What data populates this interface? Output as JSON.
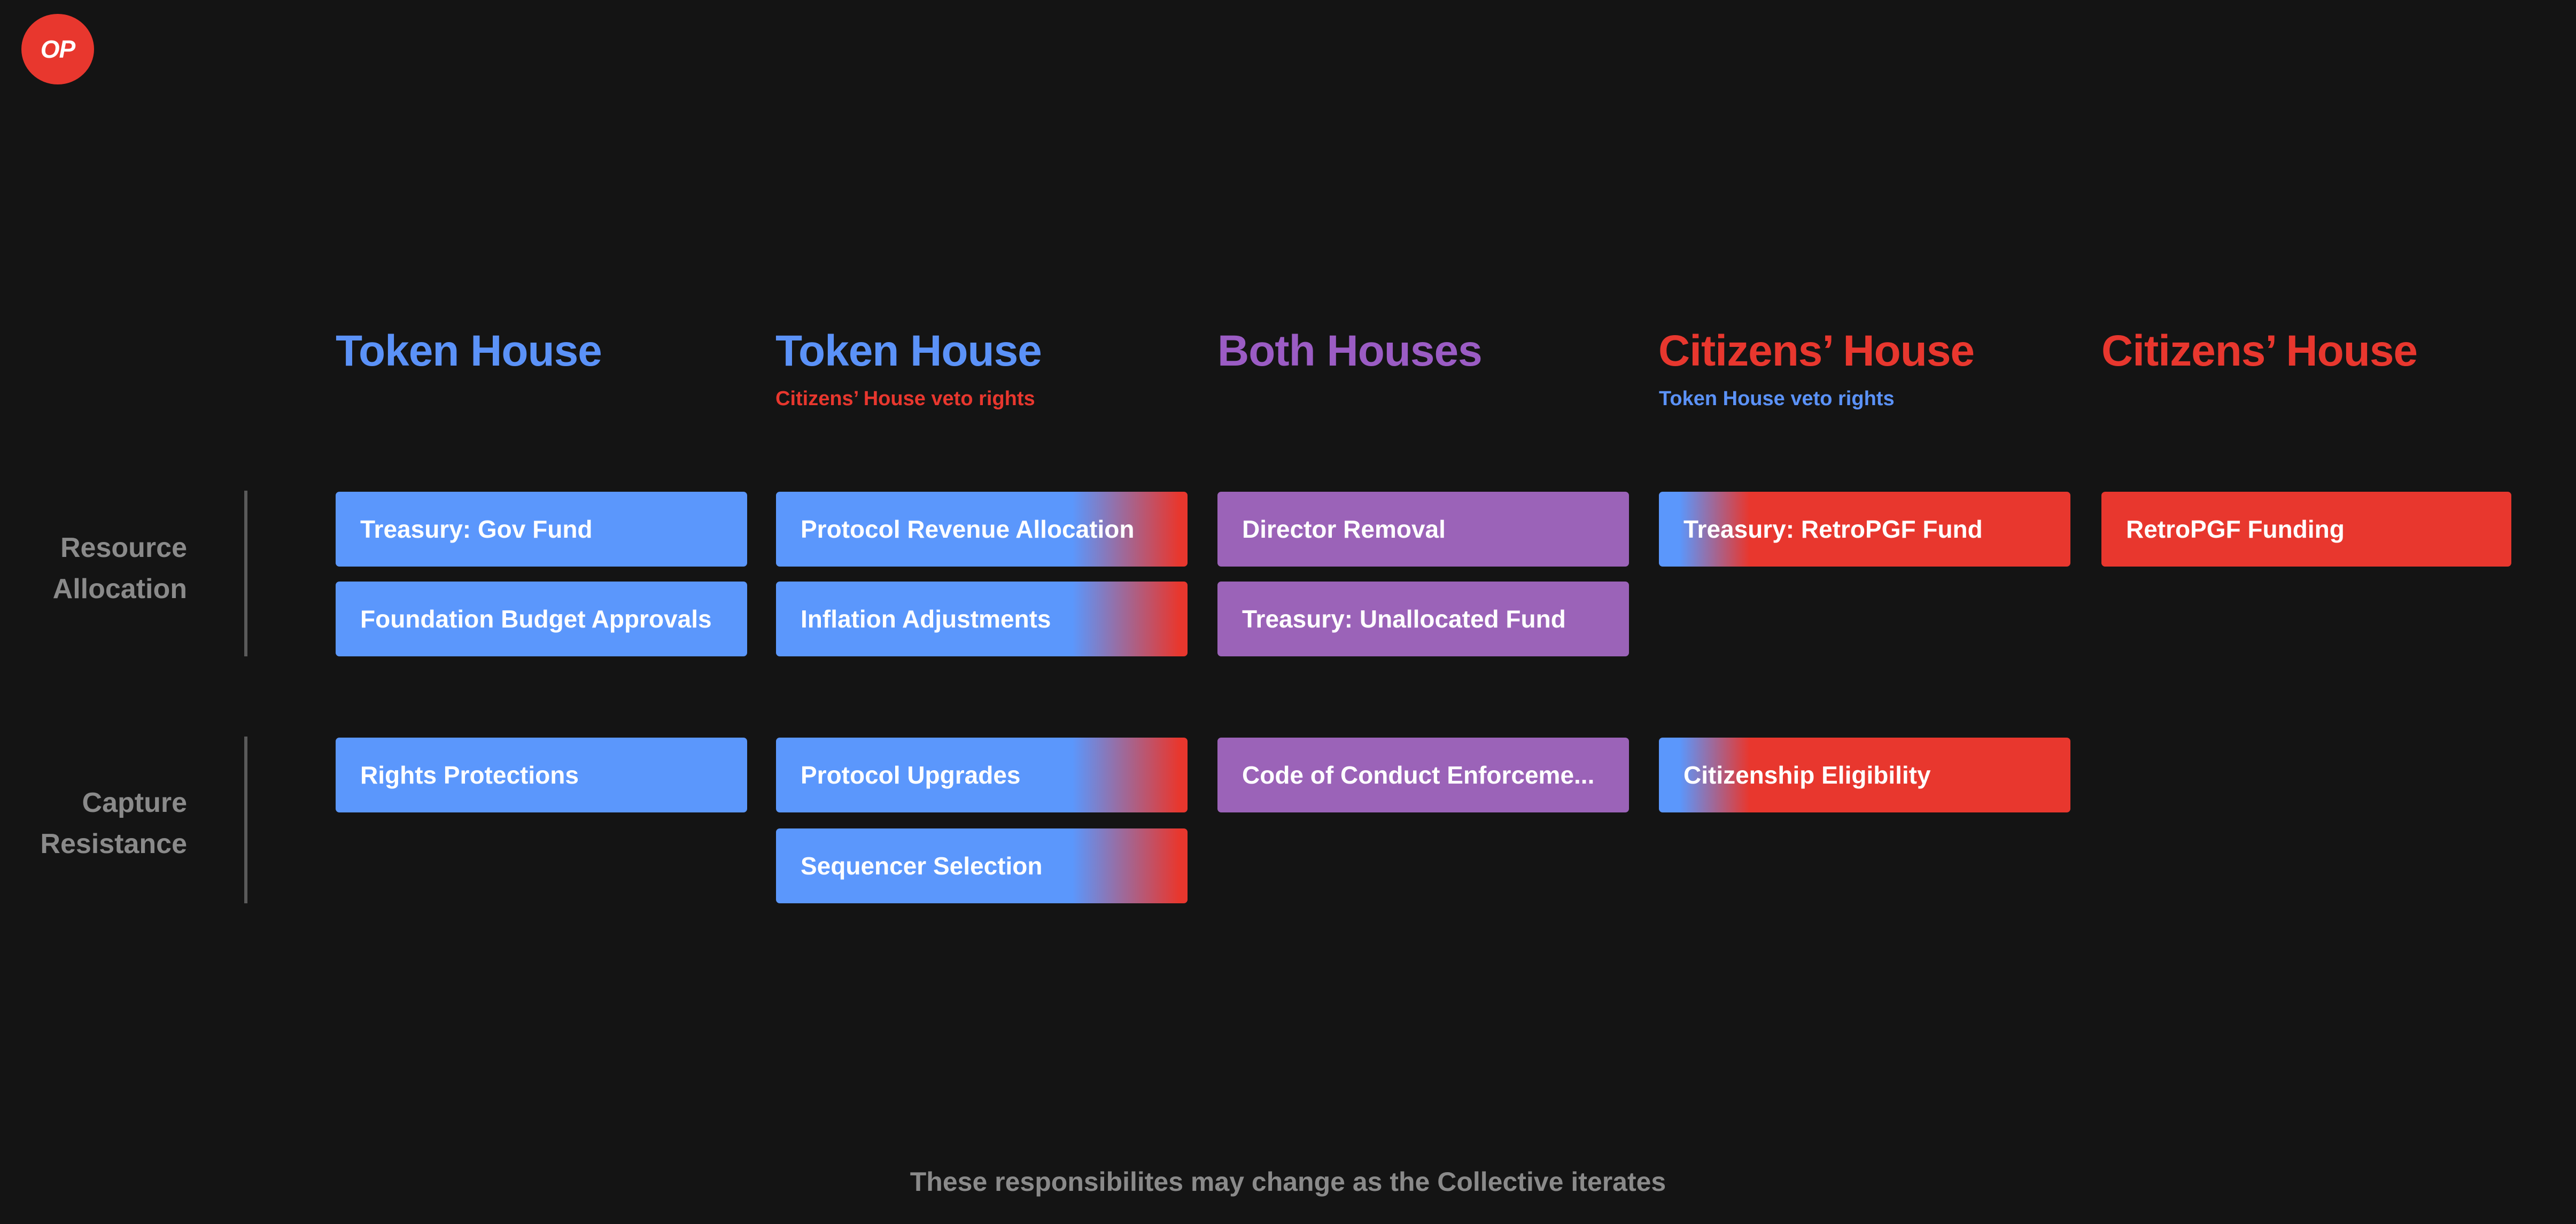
{
  "logo": {
    "text": "OP",
    "bg": "#e8372e",
    "fg": "#ffffff"
  },
  "colors": {
    "blue": "#5b97fc",
    "purple": "#9b63b8",
    "red": "#e8372e",
    "title_blue": "#5b92f8",
    "title_purple": "#9b5cc4",
    "title_red": "#e8372e",
    "label_gray": "#8a8a8a",
    "divider": "#5a5a5a",
    "background": "#141414"
  },
  "columns": [
    {
      "title": "Token House",
      "subtitle": "",
      "title_color": "#5b92f8",
      "subtitle_color": ""
    },
    {
      "title": "Token House",
      "subtitle": "Citizens’ House veto rights",
      "title_color": "#5b92f8",
      "subtitle_color": "#e8372e"
    },
    {
      "title": "Both Houses",
      "subtitle": "",
      "title_color": "#9b5cc4",
      "subtitle_color": ""
    },
    {
      "title": "Citizens’ House",
      "subtitle": "Token House veto rights",
      "title_color": "#e8372e",
      "subtitle_color": "#5b92f8"
    },
    {
      "title": "Citizens’ House",
      "subtitle": "",
      "title_color": "#e8372e",
      "subtitle_color": ""
    }
  ],
  "rows": [
    {
      "label_line1": "Resource",
      "label_line2": "Allocation",
      "cells": [
        [
          "Treasury: Gov Fund",
          "Foundation Budget Approvals"
        ],
        [
          "Protocol Revenue Allocation",
          "Inflation Adjustments"
        ],
        [
          "Director Removal",
          "Treasury: Unallocated Fund"
        ],
        [
          "Treasury: RetroPGF Fund"
        ],
        [
          "RetroPGF Funding"
        ]
      ]
    },
    {
      "label_line1": "Capture",
      "label_line2": "Resistance",
      "cells": [
        [
          "Rights Protections"
        ],
        [
          "Protocol Upgrades",
          "Sequencer Selection"
        ],
        [
          "Code of Conduct Enforceme..."
        ],
        [
          "Citizenship Eligibility"
        ],
        []
      ]
    }
  ],
  "footer": "These responsibilites may change as the Collective iterates"
}
